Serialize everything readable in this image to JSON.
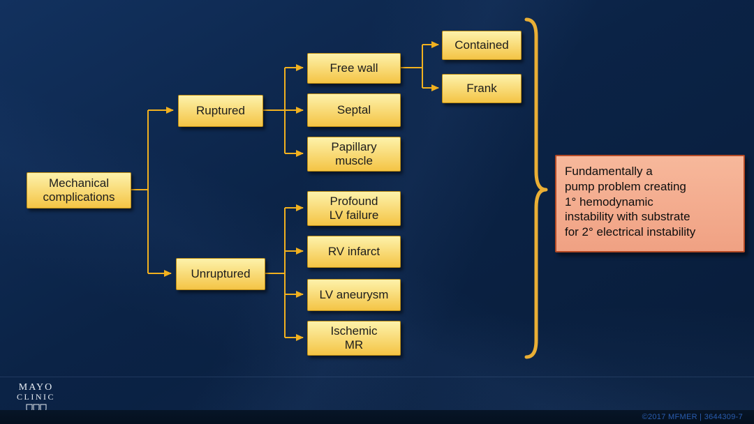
{
  "slide": {
    "background_color": "#0b2346",
    "accent_gold": "#f2b11f",
    "node_fill_top": "#fdf2ab",
    "node_fill_bottom": "#f4c445",
    "node_border": "#bd8d13",
    "annotation_fill": "#f2a88d",
    "annotation_border": "#b34a26"
  },
  "nodes": {
    "root": "Mechanical\ncomplications",
    "ruptured": "Ruptured",
    "unruptured": "Unruptured",
    "free_wall": "Free wall",
    "septal": "Septal",
    "papillary_muscle": "Papillary\nmuscle",
    "contained": "Contained",
    "frank": "Frank",
    "profound_lv_failure": "Profound\nLV failure",
    "rv_infarct": "RV infarct",
    "lv_aneurysm": "LV aneurysm",
    "ischemic_mr": "Ischemic\nMR"
  },
  "annotation": {
    "text": "Fundamentally a\npump problem creating\n1° hemodynamic\ninstability with substrate\nfor 2° electrical instability"
  },
  "logo": {
    "line1": "MAYO",
    "line2": "CLINIC"
  },
  "footer": {
    "text": "©2017 MFMER  |  3644309-7"
  }
}
